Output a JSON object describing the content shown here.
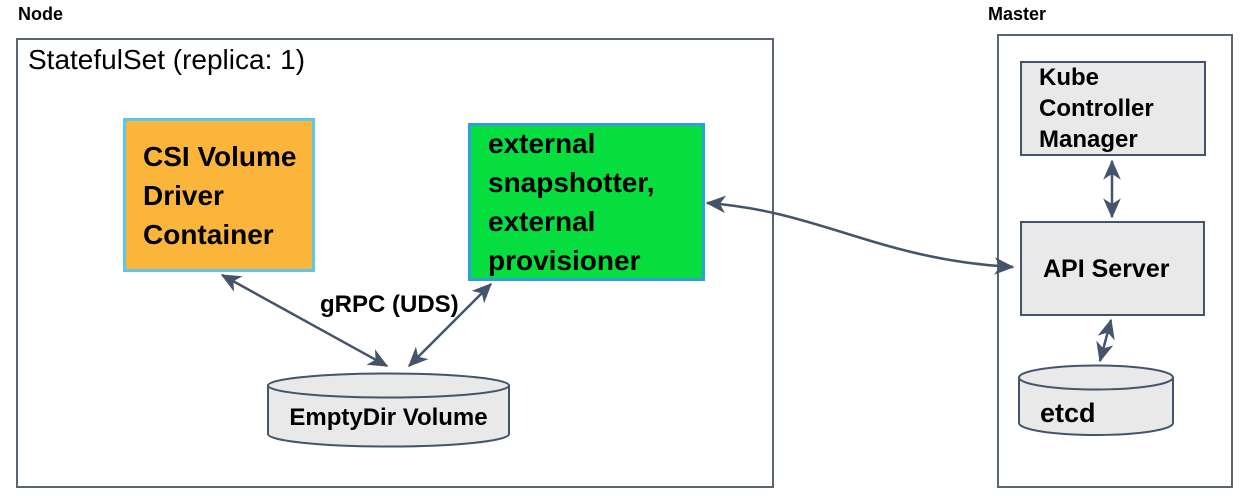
{
  "colors": {
    "background": "#FFFFFF",
    "text": "#000000",
    "outer_border": "#5A6572",
    "stroke": "#44546A",
    "grey_fill": "#E9E9E9",
    "csi_fill": "#FBB53A",
    "csi_border": "#5BC6EE",
    "ext_fill": "#06DD3E",
    "ext_border": "#2E9FD8"
  },
  "node": {
    "title": "Node",
    "statefulset": "StatefulSet (replica: 1)",
    "csi_container": "CSI Volume\nDriver\nContainer",
    "external_sidecars": "external\nsnapshotter,\nexternal\nprovisioner",
    "grpc_label": "gRPC (UDS)",
    "emptydir_volume": "EmptyDir Volume"
  },
  "master": {
    "title": "Master",
    "kube_controller_manager": "Kube\nController\nManager",
    "api_server": "API Server",
    "etcd": "etcd"
  },
  "connections": [
    {
      "from": "CSI Volume Driver Container",
      "to": "EmptyDir Volume",
      "style": "double-arrow",
      "label": "gRPC (UDS)"
    },
    {
      "from": "external snapshotter, external provisioner",
      "to": "EmptyDir Volume",
      "style": "double-arrow",
      "label": "gRPC (UDS)"
    },
    {
      "from": "external snapshotter, external provisioner",
      "to": "API Server",
      "style": "double-arrow-curved",
      "label": ""
    },
    {
      "from": "Kube Controller Manager",
      "to": "API Server",
      "style": "double-arrow",
      "label": ""
    },
    {
      "from": "API Server",
      "to": "etcd",
      "style": "double-arrow",
      "label": ""
    }
  ]
}
